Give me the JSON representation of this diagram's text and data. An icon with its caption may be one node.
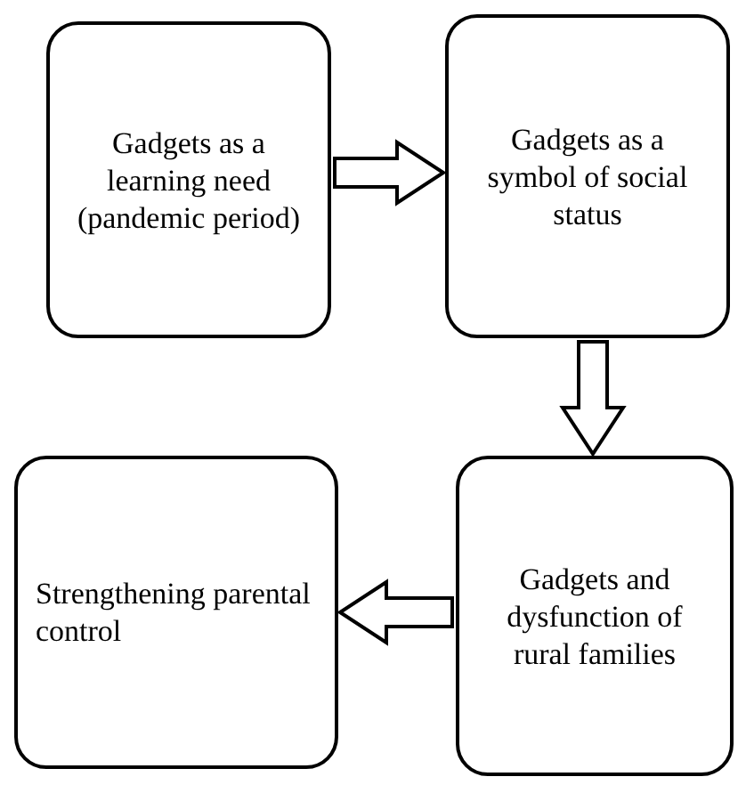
{
  "diagram": {
    "nodes": [
      {
        "text": [
          "Gadgets as a learning need (pandemic period)"
        ]
      },
      {
        "text": [
          "Gadgets as a symbol of social status"
        ]
      },
      {
        "text": [
          "Strengthening parental control"
        ]
      },
      {
        "text": [
          "Gadgets and dysfunction of rural families"
        ]
      }
    ],
    "edges": [
      {
        "from": 0,
        "to": 1,
        "arrow": "to"
      },
      {
        "from": 1,
        "to": 3,
        "arrow": "to"
      },
      {
        "from": 3,
        "to": 2,
        "arrow": "to"
      }
    ]
  }
}
